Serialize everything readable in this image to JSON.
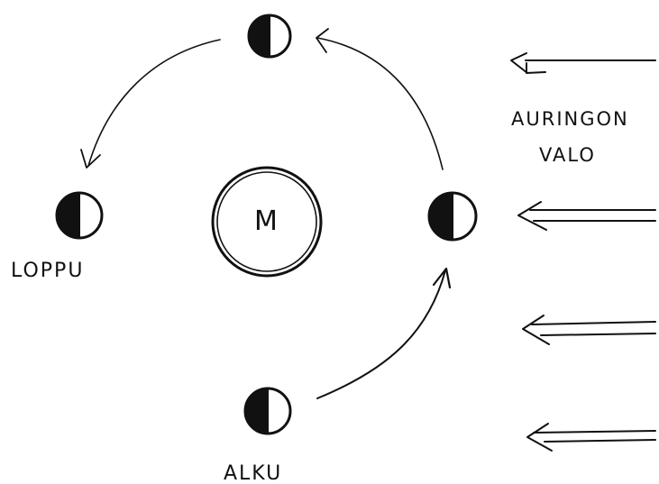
{
  "planet": {
    "label": "M"
  },
  "labels": {
    "start": "ALKU",
    "end": "LOPPU",
    "sunlight_line1": "AURINGON",
    "sunlight_line2": "VALO"
  },
  "colors": {
    "ink": "#111111",
    "background": "#ffffff"
  }
}
